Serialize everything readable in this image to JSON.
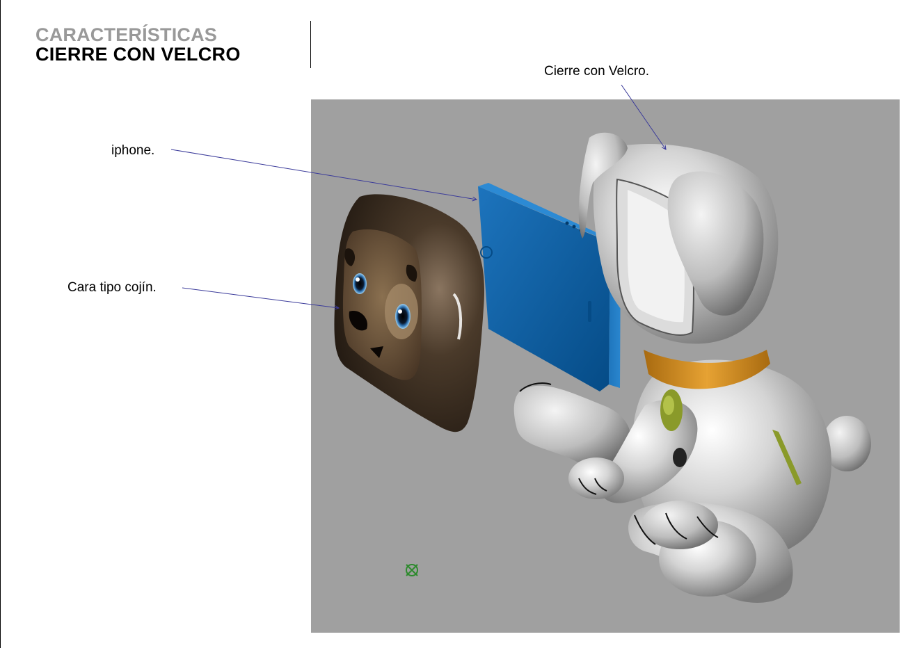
{
  "header": {
    "section": "CARACTERÍSTICAS",
    "title": "CIERRE CON VELCRO"
  },
  "callouts": {
    "velcro": "Cierre con Velcro.",
    "iphone": "iphone.",
    "face": "Cara tipo cojín."
  },
  "colors": {
    "section": "#999999",
    "title": "#000000",
    "viewport_bg": "#a0a0a0",
    "leader_line": "#3a3a9a",
    "phone": "#0a5fa6",
    "cushion": "#3e2f22",
    "collar": "#c98a1c",
    "tag": "#8a9a2a"
  }
}
